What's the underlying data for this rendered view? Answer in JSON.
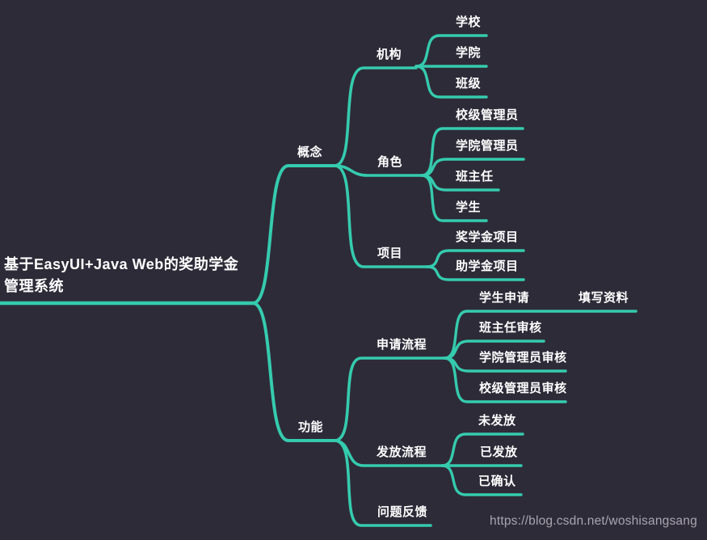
{
  "colors": {
    "background": "#2e2b38",
    "branch_line": "#35cbae",
    "node_text": "#ffffff",
    "watermark_text": "#a8a5b0"
  },
  "watermark": {
    "text": "https://blog.csdn.net/woshisangsang"
  },
  "mindmap": {
    "root": {
      "label": "基于EasyUI+Java Web的奖助学金管理系统"
    },
    "branches": [
      {
        "label": "概念",
        "children": [
          {
            "label": "机构",
            "children": [
              {
                "label": "学校"
              },
              {
                "label": "学院"
              },
              {
                "label": "班级"
              }
            ]
          },
          {
            "label": "角色",
            "children": [
              {
                "label": "校级管理员"
              },
              {
                "label": "学院管理员"
              },
              {
                "label": "班主任"
              },
              {
                "label": "学生"
              }
            ]
          },
          {
            "label": "项目",
            "children": [
              {
                "label": "奖学金项目"
              },
              {
                "label": "助学金项目"
              }
            ]
          }
        ]
      },
      {
        "label": "功能",
        "children": [
          {
            "label": "申请流程",
            "children": [
              {
                "label": "学生申请",
                "children": [
                  {
                    "label": "填写资料"
                  }
                ]
              },
              {
                "label": "班主任审核"
              },
              {
                "label": "学院管理员审核"
              },
              {
                "label": "校级管理员审核"
              }
            ]
          },
          {
            "label": "发放流程",
            "children": [
              {
                "label": "未发放"
              },
              {
                "label": "已发放"
              },
              {
                "label": "已确认"
              }
            ]
          },
          {
            "label": "问题反馈"
          }
        ]
      }
    ]
  }
}
